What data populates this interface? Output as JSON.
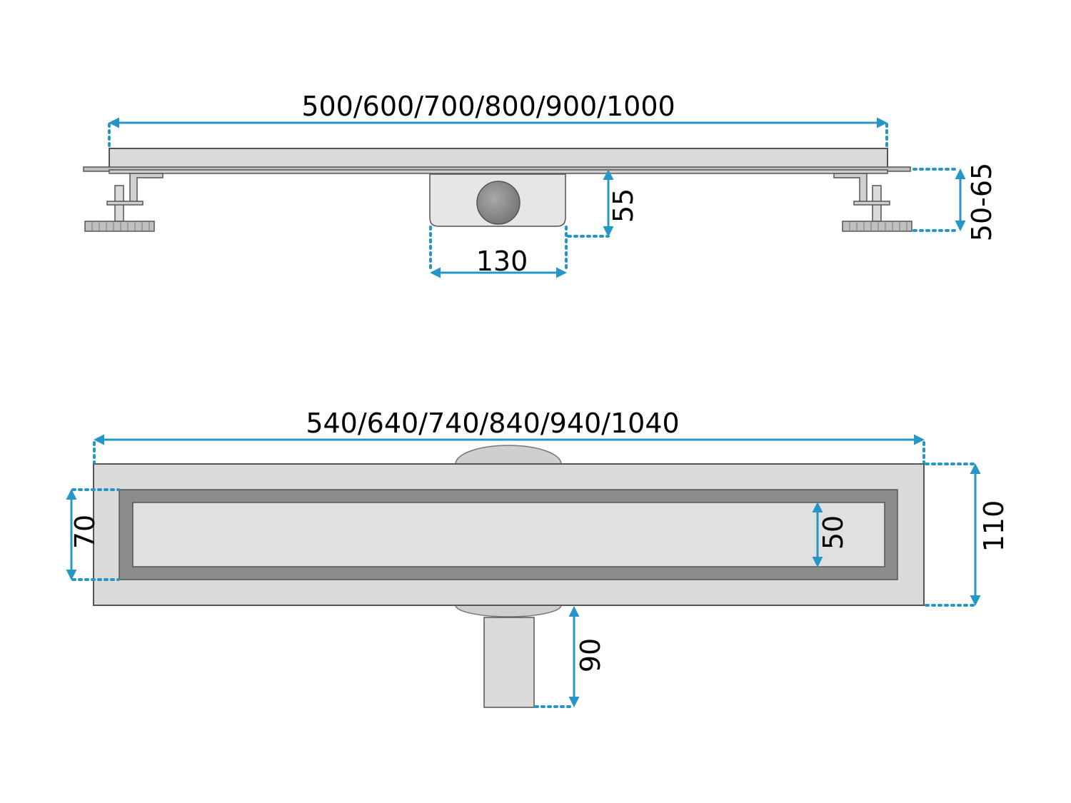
{
  "colors": {
    "dimension": "#2596c6",
    "metal_light": "#dadada",
    "metal_mid": "#bfbfbf",
    "metal_dark": "#8c8c8c",
    "outline": "#555555"
  },
  "side_view": {
    "length_label": "500/600/700/800/900/1000",
    "outlet_width_label": "130",
    "outlet_height_label": "55",
    "leg_height_label": "50-65"
  },
  "top_view": {
    "length_label": "540/640/740/840/940/1040",
    "width_label": "110",
    "frame_width_label": "70",
    "grate_width_label": "50",
    "outlet_length_label": "90"
  }
}
